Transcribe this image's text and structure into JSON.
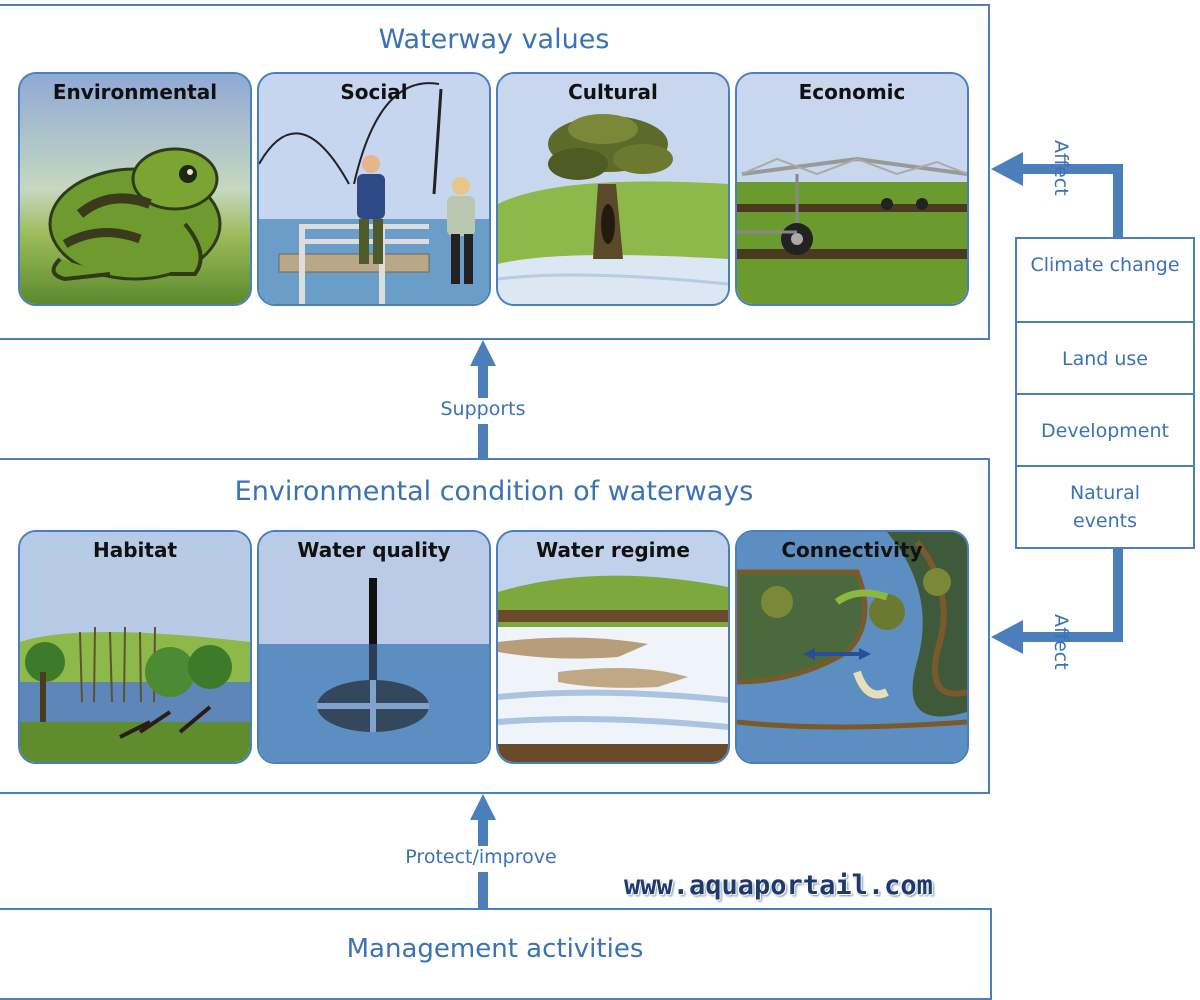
{
  "waterway_values": {
    "title": "Waterway values",
    "panels": [
      "Environmental",
      "Social",
      "Cultural",
      "Economic"
    ]
  },
  "environmental_condition": {
    "title": "Environmental condition of waterways",
    "panels": [
      "Habitat",
      "Water quality",
      "Water regime",
      "Connectivity"
    ]
  },
  "management": {
    "title": "Management activities"
  },
  "arrows": {
    "supports": "Supports",
    "protect_improve": "Protect/improve",
    "affect_top": "Affect",
    "affect_bottom": "Affect"
  },
  "pressures": {
    "items": [
      "Climate change",
      "Land use",
      "Development",
      "Natural events"
    ]
  },
  "watermark": "www.aquaportail.com",
  "colors": {
    "accent": "#4a7fbc",
    "text_blue": "#3a72b6"
  }
}
